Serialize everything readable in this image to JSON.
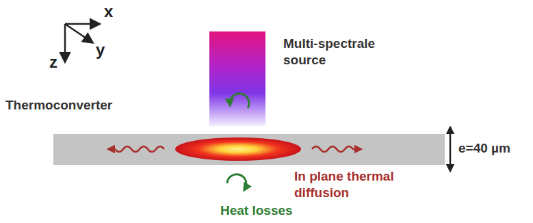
{
  "diagram": {
    "labels": [
      "x",
      "y",
      "z",
      "Multi-spectrale source",
      "Thermoconverter",
      "e=40 µm",
      "In plane thermal diffusion",
      "Heat losses"
    ]
  }
}
